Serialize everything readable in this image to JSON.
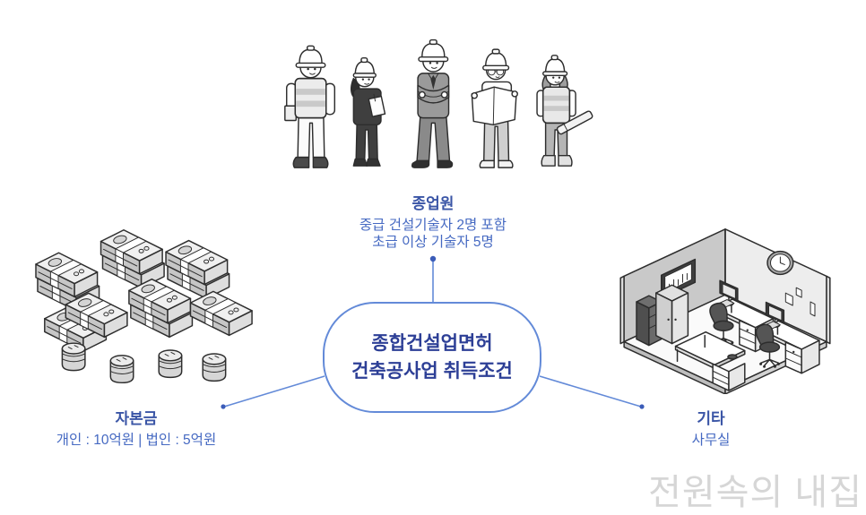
{
  "diagram": {
    "employees": {
      "title": "종업원",
      "line1": "중급 건설기술자 2명 포함",
      "line2": "초급 이상 기술자 5명"
    },
    "center": {
      "line1": "종합건설업면허",
      "line2": "건축공사업 취득조건"
    },
    "capital": {
      "title": "자본금",
      "desc": "개인 : 10억원 | 법인 : 5억원"
    },
    "etc": {
      "title": "기타",
      "desc": "사무실"
    },
    "watermark": "전원속의 내집",
    "illustrations": {
      "top": "five-construction-workers",
      "left": "stacks-of-banknotes-and-coins",
      "right": "isometric-office-room"
    },
    "colors": {
      "connector_line": "#638ad8",
      "connector_dot": "#3b5cb8",
      "title_text": "#3a55a6",
      "body_text": "#4569c2",
      "center_text": "#2d3f96",
      "watermark_text": "#d6d6d6",
      "background": "#ffffff"
    }
  }
}
